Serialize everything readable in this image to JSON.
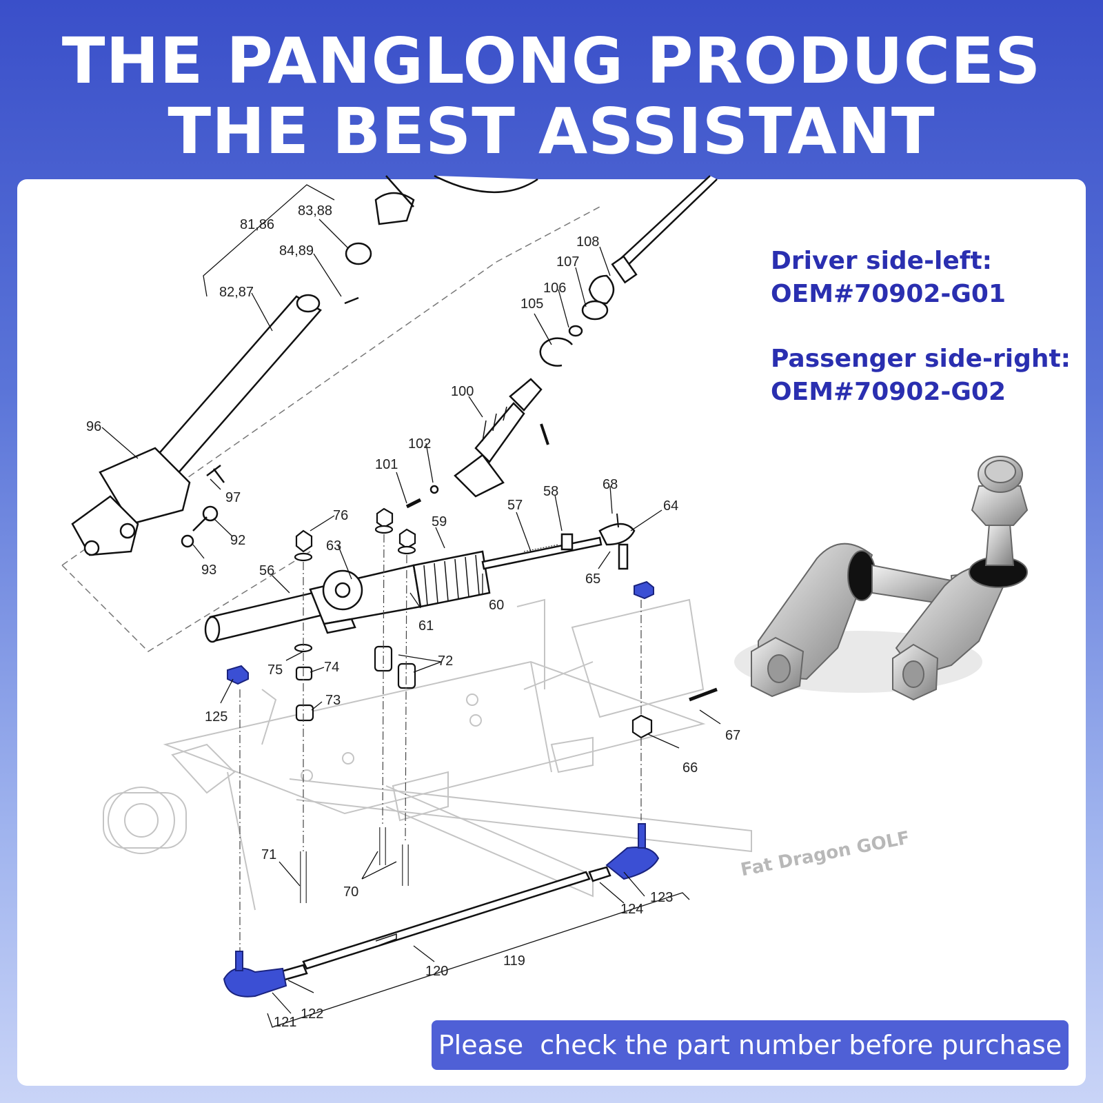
{
  "headline": {
    "line1": "THE PANGLONG PRODUCES",
    "line2": "THE BEST ASSISTANT"
  },
  "oem": {
    "driver_label": "Driver side-left:",
    "driver_number": "OEM#70902-G01",
    "passenger_label": "Passenger side-right:",
    "passenger_number": "OEM#70902-G02"
  },
  "watermark": "Fat Dragon GOLF",
  "notice": "Please  check the part number before purchase",
  "highlight_color": "#3b4fd4",
  "part_labels": {
    "p81_86": "81,86",
    "p83_88": "83,88",
    "p84_89": "84,89",
    "p82_87": "82,87",
    "p108": "108",
    "p107": "107",
    "p106": "106",
    "p105": "105",
    "p96": "96",
    "p97": "97",
    "p92": "92",
    "p93": "93",
    "p100": "100",
    "p102": "102",
    "p101": "101",
    "p76": "76",
    "p63": "63",
    "p59": "59",
    "p57": "57",
    "p58": "58",
    "p68": "68",
    "p64": "64",
    "p65": "65",
    "p56": "56",
    "p60": "60",
    "p61": "61",
    "p75": "75",
    "p74": "74",
    "p73": "73",
    "p72": "72",
    "p125": "125",
    "p67": "67",
    "p66": "66",
    "p71": "71",
    "p70": "70",
    "p123": "123",
    "p124": "124",
    "p120": "120",
    "p119": "119",
    "p122": "122",
    "p121": "121"
  }
}
